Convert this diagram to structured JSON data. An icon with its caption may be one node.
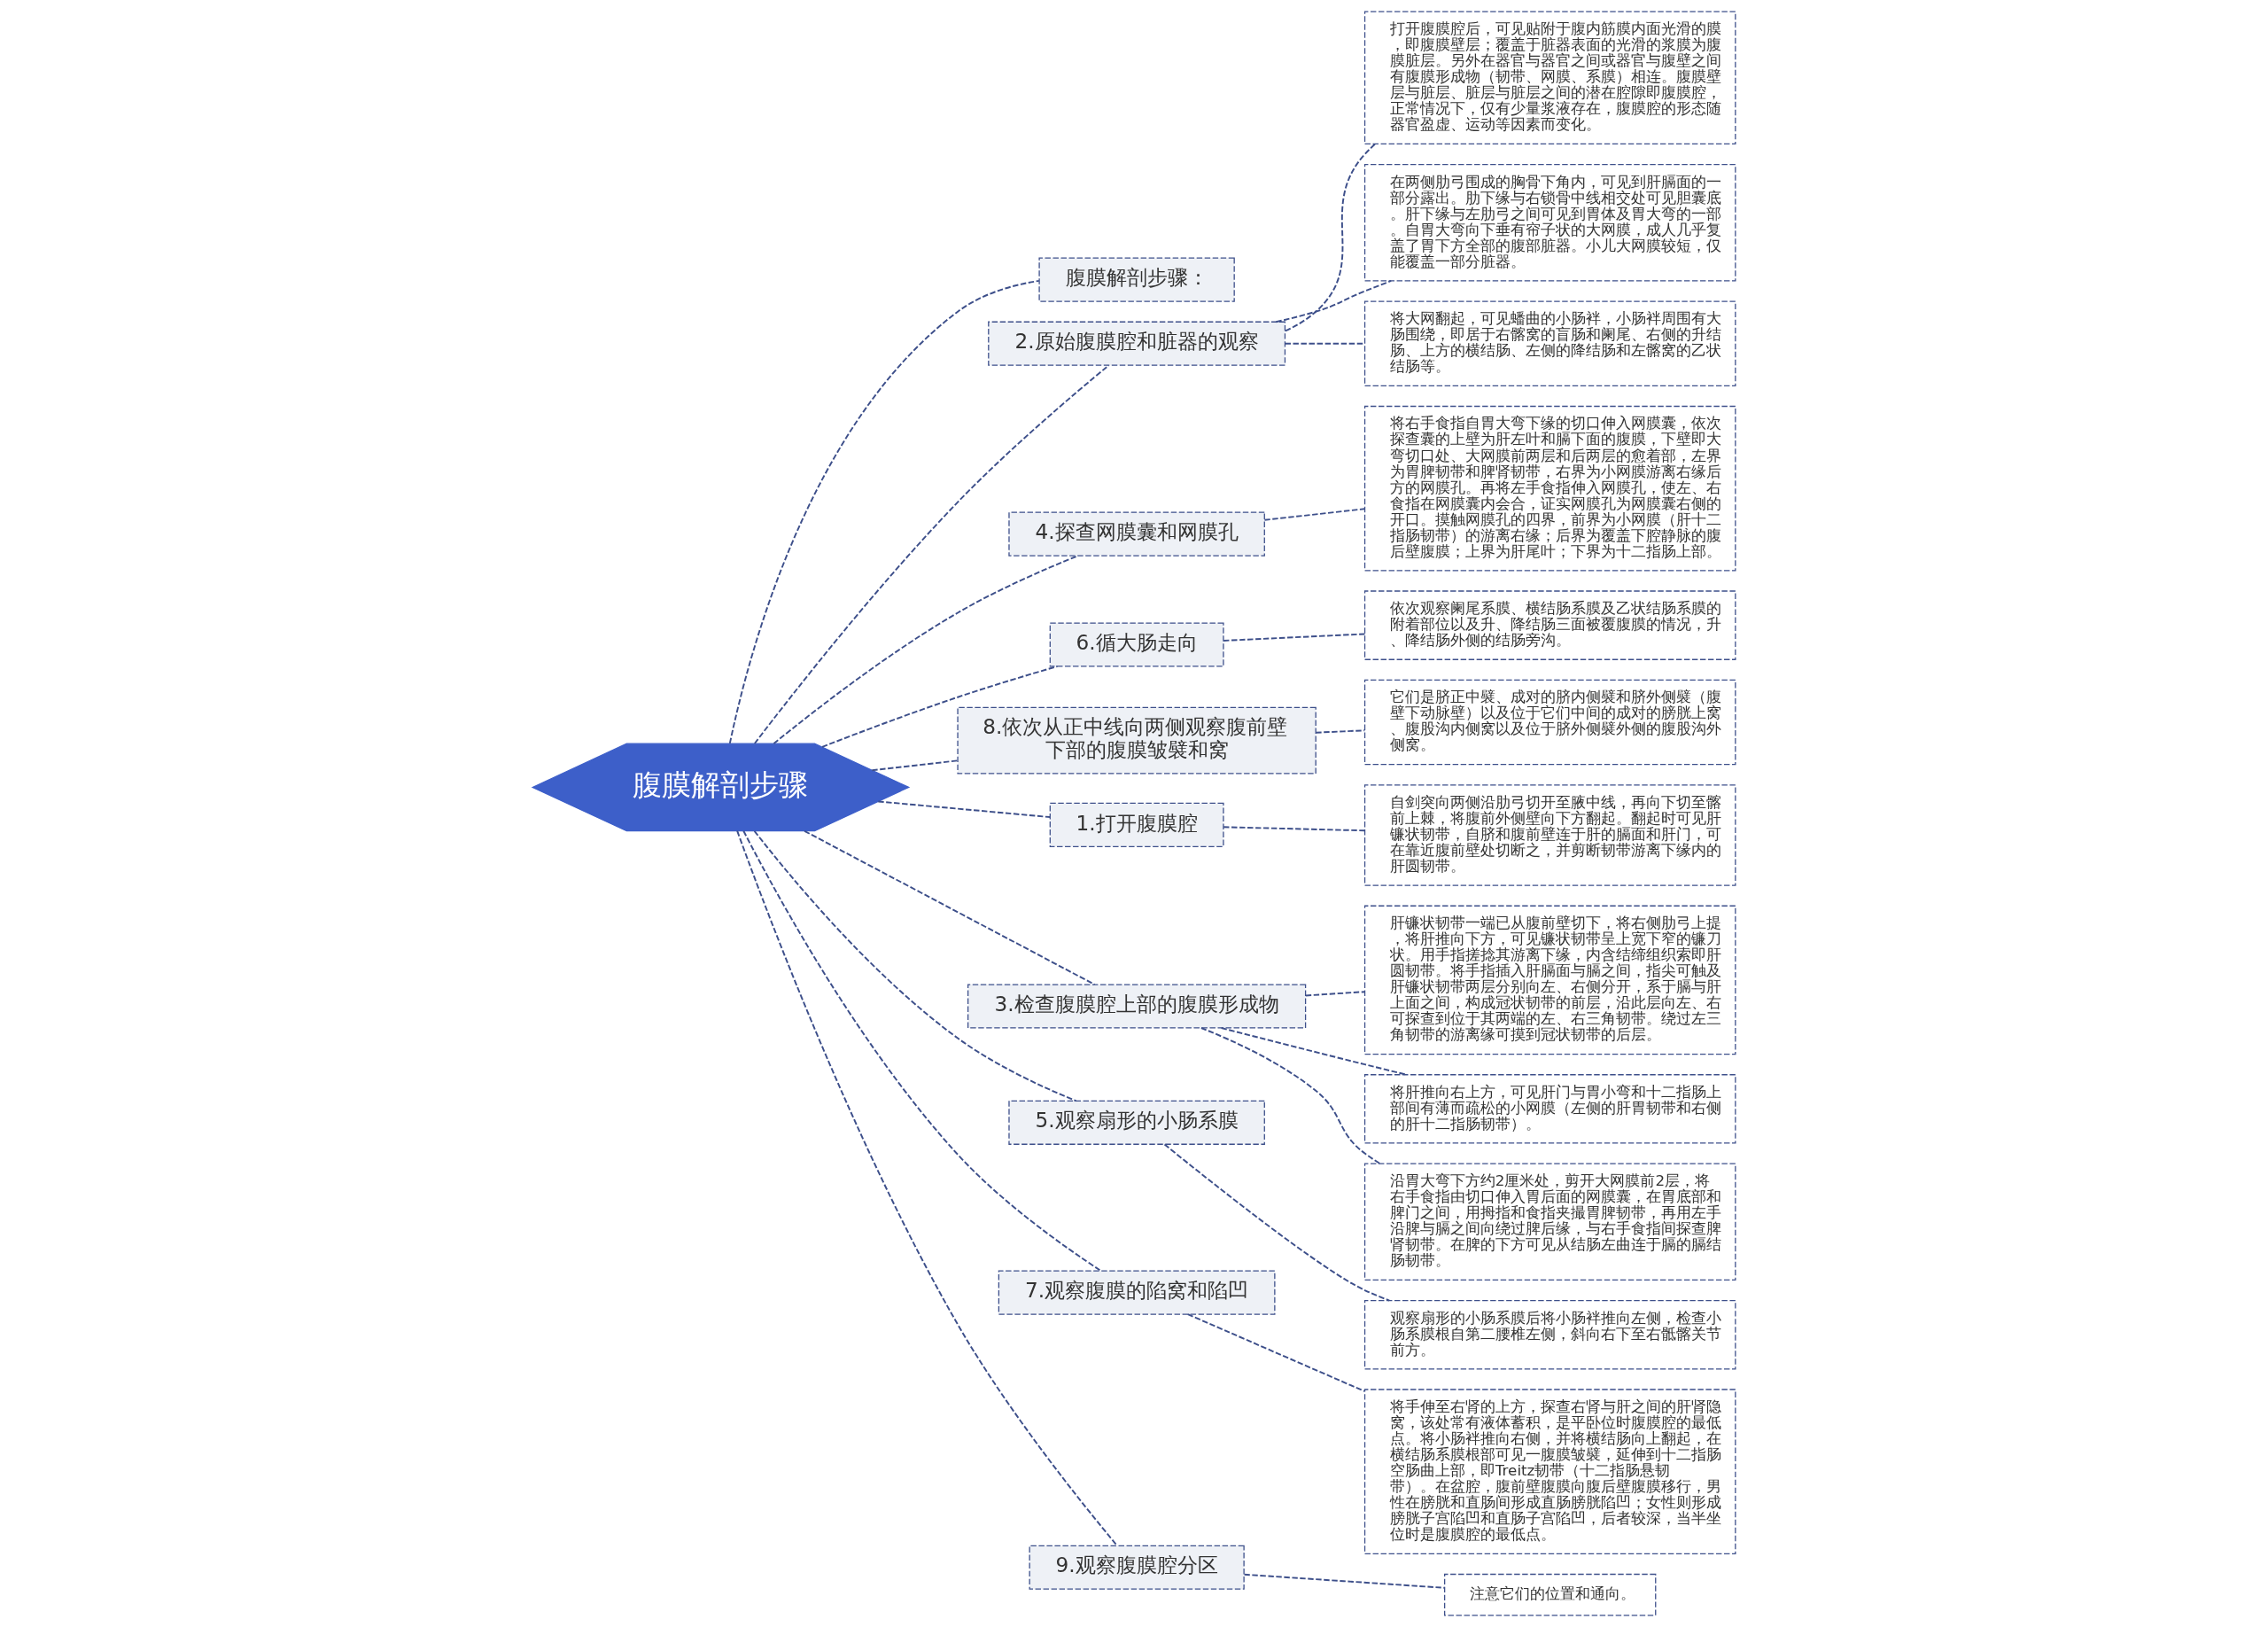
{
  "diagram": {
    "nodes": [
      {
        "text": [
          "腹膜解剖步骤"
        ]
      },
      {
        "text": [
          "腹膜解剖步骤："
        ]
      },
      {
        "text": [
          "2.原始腹膜腔和脏器的观察"
        ]
      },
      {
        "text": [
          "打开腹膜腔后，可见贴附于腹内筋膜内面光滑的膜，即腹膜壁层；覆盖于脏器表面的光滑的浆膜为腹膜脏层。另外在器官与器官之间或器官与腹壁之间有腹膜形成物（韧带、网膜、系膜）相连。腹膜壁层与脏层、脏层与脏层之间的潜在腔隙即腹膜腔，正常情况下，仅有少量浆液存在，腹膜腔的形态随器官盈虚、运动等因素而变化。"
        ]
      },
      {
        "text": [
          "在两侧肋弓围成的胸骨下角内，可见到肝膈面的一部分露出。肋下缘与右锁骨中线相交处可见胆囊底。肝下缘与左肋弓之间可见到胃体及胃大弯的一部。自胃大弯向下垂有帘子状的大网膜，成人几乎复盖了胃下方全部的腹部脏器。小儿大网膜较短，仅能覆盖一部分脏器。"
        ]
      },
      {
        "text": [
          "将大网翻起，可见蟠曲的小肠袢，小肠袢周围有大肠围绕，即居于右髂窝的盲肠和阑尾、右侧的升结肠、上方的横结肠、左侧的降结肠和左髂窝的乙状结肠等。"
        ]
      },
      {
        "text": [
          "4.探查网膜囊和网膜孔"
        ]
      },
      {
        "text": [
          "将右手食指自胃大弯下缘的切口伸入网膜囊，依次探查囊的上壁为肝左叶和膈下面的腹膜，下壁即大弯切口处、大网膜前两层和后两层的愈着部，左界为胃脾韧带和脾肾韧带，右界为小网膜游离右缘后方的网膜孔。再将左手食指伸入网膜孔，使左、右食指在网膜囊内会合，证实网膜孔为网膜囊右侧的开口。摸触网膜孔的四界，前界为小网膜（肝十二指肠韧带）的游离右缘；后界为覆盖下腔静脉的腹后壁腹膜；上界为肝尾叶；下界为十二指肠上部。"
        ]
      },
      {
        "text": [
          "6.循大肠走向"
        ]
      },
      {
        "text": [
          "依次观察阑尾系膜、横结肠系膜及乙状结肠系膜的附着部位以及升、降结肠三面被覆腹膜的情况，升、降结肠外侧的结肠旁沟。"
        ]
      },
      {
        "text": [
          "8.依次从正中线向两侧观察腹前壁下部的腹膜皱襞和窝"
        ]
      },
      {
        "text": [
          "它们是脐正中襞、成对的脐内侧襞和脐外侧襞（腹壁下动脉壁）以及位于它们中间的成对的膀胱上窝、腹股沟内侧窝以及位于脐外侧襞外侧的腹股沟外侧窝。"
        ]
      },
      {
        "text": [
          "1.打开腹膜腔"
        ]
      },
      {
        "text": [
          "自剑突向两侧沿肋弓切开至腋中线，再向下切至髂前上棘，将腹前外侧壁向下方翻起。翻起时可见肝镰状韧带，自脐和腹前壁连于肝的膈面和肝门，可在靠近腹前壁处切断之，并剪断韧带游离下缘内的肝圆韧带。"
        ]
      },
      {
        "text": [
          "3.检查腹膜腔上部的腹膜形成物"
        ]
      },
      {
        "text": [
          "肝镰状韧带一端已从腹前壁切下，将右侧肋弓上提，将肝推向下方，可见镰状韧带呈上宽下窄的镰刀状。用手指搓捻其游离下缘，内含结缔组织索即肝圆韧带。将手指插入肝膈面与膈之间，指尖可触及肝镰状韧带两层分别向左、右侧分开，系于膈与肝上面之间，构成冠状韧带的前层，沿此层向左、右可探查到位于其两端的左、右三角韧带。绕过左三角韧带的游离缘可摸到冠状韧带的后层。"
        ]
      },
      {
        "text": [
          "将肝推向右上方，可见肝门与胃小弯和十二指肠上部间有薄而疏松的小网膜（左侧的肝胃韧带和右侧的肝十二指肠韧带）。"
        ]
      },
      {
        "text": [
          "沿胃大弯下方约2厘米处，剪开大网膜前2层，将右手食指由切口伸入胃后面的网膜囊，在胃底部和脾门之间，用拇指和食指夹撮胃脾韧带，再用左手沿脾与膈之间向绕过脾后缘，与右手食指间探查脾肾韧带。在脾的下方可见从结肠左曲连于膈的膈结肠韧带。"
        ]
      },
      {
        "text": [
          "5.观察扇形的小肠系膜"
        ]
      },
      {
        "text": [
          "观察扇形的小肠系膜后将小肠袢推向左侧，检查小肠系膜根自第二腰椎左侧，斜向右下至右骶髂关节前方。"
        ]
      },
      {
        "text": [
          "7.观察腹膜的陷窝和陷凹"
        ]
      },
      {
        "text": [
          "将手伸至右肾的上方，探查右肾与肝之间的肝肾隐窝，该处常有液体蓄积，是平卧位时腹膜腔的最低点。将小肠袢推向右侧，并将横结肠向上翻起，在横结肠系膜根部可见一腹膜皱襞，延伸到十二指肠空肠曲上部，即Treitz韧带（十二指肠悬韧带）。在盆腔，腹前壁腹膜向腹后壁腹膜移行，男性在膀胱和直肠间形成直肠膀胱陷凹；女性则形成膀胱子宫陷凹和直肠子宫陷凹，后者较深，当半坐位时是腹膜腔的最低点。"
        ]
      },
      {
        "text": [
          "9.观察腹膜腔分区"
        ]
      },
      {
        "text": [
          "注意它们的位置和通向。"
        ]
      }
    ],
    "edges": [
      {
        "from": 0,
        "to": 1,
        "arrow": "none",
        "style": "dashed"
      },
      {
        "from": 0,
        "to": 2,
        "arrow": "none",
        "style": "dashed"
      },
      {
        "from": 2,
        "to": 3,
        "arrow": "none",
        "style": "dashed"
      },
      {
        "from": 2,
        "to": 4,
        "arrow": "none",
        "style": "dashed"
      },
      {
        "from": 2,
        "to": 5,
        "arrow": "none",
        "style": "dashed"
      },
      {
        "from": 0,
        "to": 6,
        "arrow": "none",
        "style": "dashed"
      },
      {
        "from": 6,
        "to": 7,
        "arrow": "none",
        "style": "dashed"
      },
      {
        "from": 0,
        "to": 8,
        "arrow": "none",
        "style": "dashed"
      },
      {
        "from": 8,
        "to": 9,
        "arrow": "none",
        "style": "dashed"
      },
      {
        "from": 0,
        "to": 10,
        "arrow": "none",
        "style": "dashed"
      },
      {
        "from": 10,
        "to": 11,
        "arrow": "none",
        "style": "dashed"
      },
      {
        "from": 0,
        "to": 12,
        "arrow": "none",
        "style": "dashed"
      },
      {
        "from": 12,
        "to": 13,
        "arrow": "none",
        "style": "dashed"
      },
      {
        "from": 0,
        "to": 14,
        "arrow": "none",
        "style": "dashed"
      },
      {
        "from": 14,
        "to": 15,
        "arrow": "none",
        "style": "dashed"
      },
      {
        "from": 14,
        "to": 16,
        "arrow": "none",
        "style": "dashed"
      },
      {
        "from": 14,
        "to": 17,
        "arrow": "none",
        "style": "dashed"
      },
      {
        "from": 0,
        "to": 18,
        "arrow": "none",
        "style": "dashed"
      },
      {
        "from": 18,
        "to": 19,
        "arrow": "none",
        "style": "dashed"
      },
      {
        "from": 0,
        "to": 20,
        "arrow": "none",
        "style": "dashed"
      },
      {
        "from": 20,
        "to": 21,
        "arrow": "none",
        "style": "dashed"
      },
      {
        "from": 0,
        "to": 22,
        "arrow": "none",
        "style": "dashed"
      },
      {
        "from": 22,
        "to": 23,
        "arrow": "none",
        "style": "dashed"
      }
    ]
  }
}
